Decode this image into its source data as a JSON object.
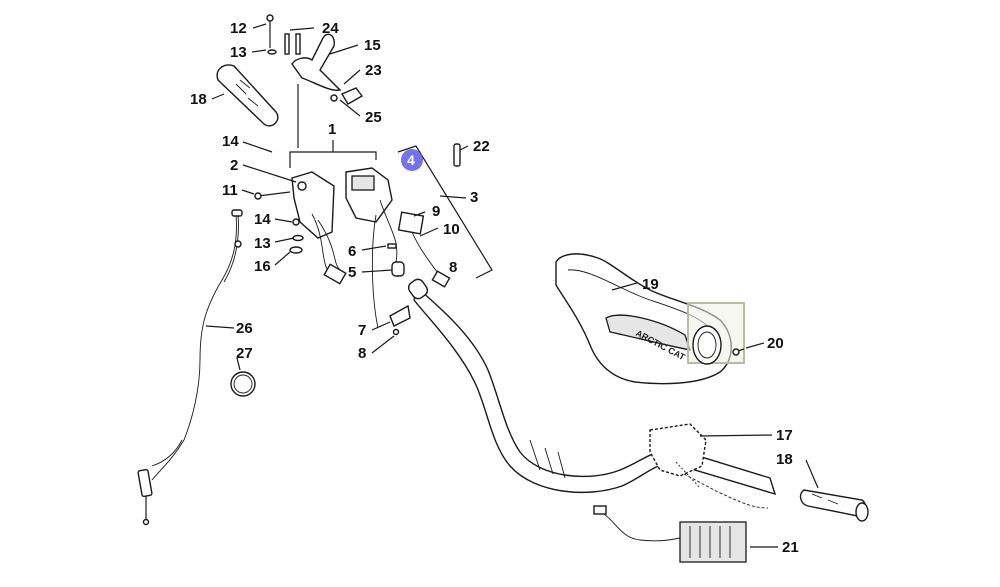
{
  "diagram": {
    "callouts": [
      {
        "id": "c12",
        "text": "12"
      },
      {
        "id": "c24",
        "text": "24"
      },
      {
        "id": "c13a",
        "text": "13"
      },
      {
        "id": "c15",
        "text": "15"
      },
      {
        "id": "c23",
        "text": "23"
      },
      {
        "id": "c18a",
        "text": "18"
      },
      {
        "id": "c25",
        "text": "25"
      },
      {
        "id": "c1",
        "text": "1"
      },
      {
        "id": "c14a",
        "text": "14"
      },
      {
        "id": "c22",
        "text": "22"
      },
      {
        "id": "c2",
        "text": "2"
      },
      {
        "id": "c3",
        "text": "3"
      },
      {
        "id": "c11",
        "text": "11"
      },
      {
        "id": "c9",
        "text": "9"
      },
      {
        "id": "c14b",
        "text": "14"
      },
      {
        "id": "c10",
        "text": "10"
      },
      {
        "id": "c13b",
        "text": "13"
      },
      {
        "id": "c6",
        "text": "6"
      },
      {
        "id": "c16",
        "text": "16"
      },
      {
        "id": "c8a",
        "text": "8"
      },
      {
        "id": "c5",
        "text": "5"
      },
      {
        "id": "c19",
        "text": "19"
      },
      {
        "id": "c26",
        "text": "26"
      },
      {
        "id": "c7",
        "text": "7"
      },
      {
        "id": "c20",
        "text": "20"
      },
      {
        "id": "c8b",
        "text": "8"
      },
      {
        "id": "c27",
        "text": "27"
      },
      {
        "id": "c17",
        "text": "17"
      },
      {
        "id": "c18b",
        "text": "18"
      },
      {
        "id": "c21",
        "text": "21"
      }
    ],
    "selected_marker": {
      "text": "4",
      "color": "#5a5ae6"
    },
    "pad_logo_text": "ARCTIC CAT",
    "highlight_color": "#b6bda0"
  }
}
